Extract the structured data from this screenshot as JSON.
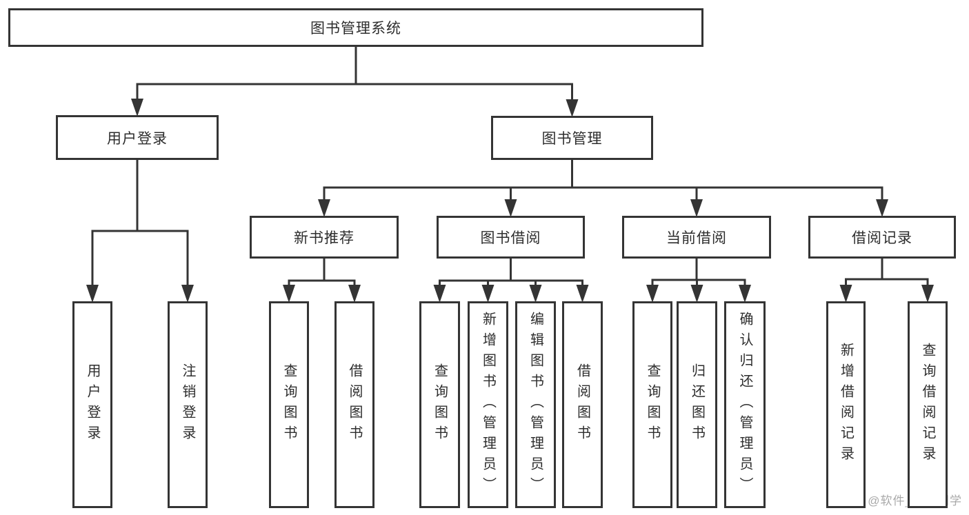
{
  "diagram": {
    "watermark": "CSDN @软件_小贺同学",
    "colors": {
      "line": "#343434",
      "text": "#2d2d2d",
      "box_bg": "#ffffff",
      "watermark": "#a9a9a9"
    },
    "nodes": [
      {
        "id": "root",
        "label": "图书管理系统",
        "orientation": "horizontal"
      },
      {
        "id": "user-login",
        "label": "用户登录",
        "orientation": "horizontal"
      },
      {
        "id": "book-mgmt",
        "label": "图书管理",
        "orientation": "horizontal"
      },
      {
        "id": "new-books",
        "label": "新书推荐",
        "orientation": "horizontal"
      },
      {
        "id": "book-borrow",
        "label": "图书借阅",
        "orientation": "horizontal"
      },
      {
        "id": "current-borrow",
        "label": "当前借阅",
        "orientation": "horizontal"
      },
      {
        "id": "borrow-records",
        "label": "借阅记录",
        "orientation": "horizontal"
      },
      {
        "id": "login-action",
        "label": "用户登录",
        "orientation": "vertical"
      },
      {
        "id": "logout-action",
        "label": "注销登录",
        "orientation": "vertical"
      },
      {
        "id": "nb-query-books",
        "label": "查询图书",
        "orientation": "vertical"
      },
      {
        "id": "nb-borrow-books",
        "label": "借阅图书",
        "orientation": "vertical"
      },
      {
        "id": "bb-query-books",
        "label": "查询图书",
        "orientation": "vertical"
      },
      {
        "id": "bb-add-books",
        "label": "新增图书（管理员）",
        "orientation": "vertical"
      },
      {
        "id": "bb-edit-books",
        "label": "编辑图书（管理员）",
        "orientation": "vertical"
      },
      {
        "id": "bb-borrow-books",
        "label": "借阅图书",
        "orientation": "vertical"
      },
      {
        "id": "cb-query-books",
        "label": "查询图书",
        "orientation": "vertical"
      },
      {
        "id": "cb-return-books",
        "label": "归还图书",
        "orientation": "vertical"
      },
      {
        "id": "cb-confirm-return",
        "label": "确认归还（管理员）",
        "orientation": "vertical"
      },
      {
        "id": "br-add-record",
        "label": "新增借阅记录",
        "orientation": "vertical"
      },
      {
        "id": "br-query-record",
        "label": "查询借阅记录",
        "orientation": "vertical"
      }
    ],
    "edges": [
      {
        "from": "root",
        "to": [
          "user-login",
          "book-mgmt"
        ]
      },
      {
        "from": "user-login",
        "to": [
          "login-action",
          "logout-action"
        ]
      },
      {
        "from": "book-mgmt",
        "to": [
          "new-books",
          "book-borrow",
          "current-borrow",
          "borrow-records"
        ]
      },
      {
        "from": "new-books",
        "to": [
          "nb-query-books",
          "nb-borrow-books"
        ]
      },
      {
        "from": "book-borrow",
        "to": [
          "bb-query-books",
          "bb-add-books",
          "bb-edit-books",
          "bb-borrow-books"
        ]
      },
      {
        "from": "current-borrow",
        "to": [
          "cb-query-books",
          "cb-return-books",
          "cb-confirm-return"
        ]
      },
      {
        "from": "borrow-records",
        "to": [
          "br-add-record",
          "br-query-record"
        ]
      }
    ]
  }
}
